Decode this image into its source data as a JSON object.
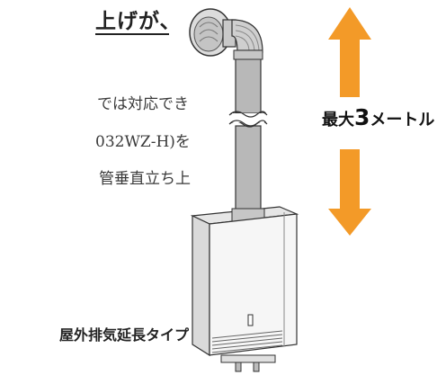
{
  "heading": "上げが、",
  "body_lines": [
    "では対応でき",
    "032WZ-H)を",
    "管垂直立ち上"
  ],
  "height_label": {
    "prefix": "最大",
    "number": "3",
    "unit": "メートル"
  },
  "caption": "屋外排気延長タイプ",
  "colors": {
    "arrow": "#f39a28",
    "pipe": "#b8b8b8",
    "outline": "#333333"
  }
}
